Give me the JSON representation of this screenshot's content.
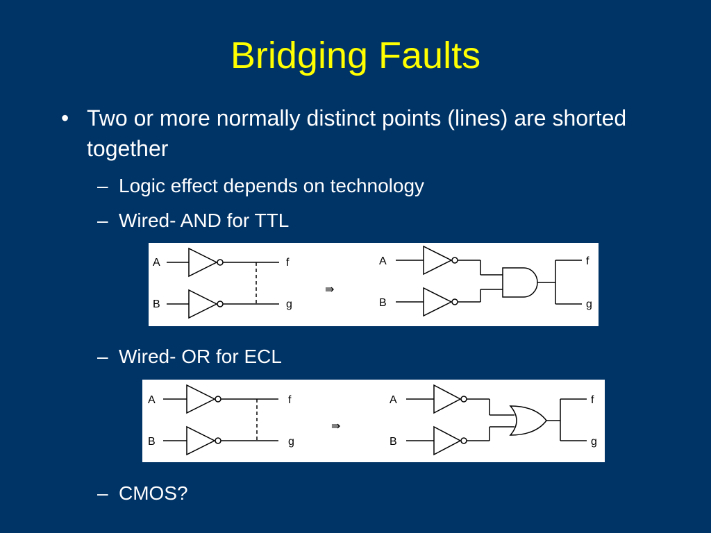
{
  "slide": {
    "title": "Bridging Faults",
    "bullet_marker": "•",
    "bullet_text": "Two or more normally distinct points (lines) are shorted together",
    "dash": "–",
    "subs": [
      "Logic effect depends on technology",
      "Wired- AND for TTL",
      "Wired- OR for ECL",
      "CMOS?"
    ]
  },
  "diagram_labels": {
    "input_a": "A",
    "input_b": "B",
    "output_f": "f",
    "output_g": "g",
    "implies": "⇛"
  }
}
